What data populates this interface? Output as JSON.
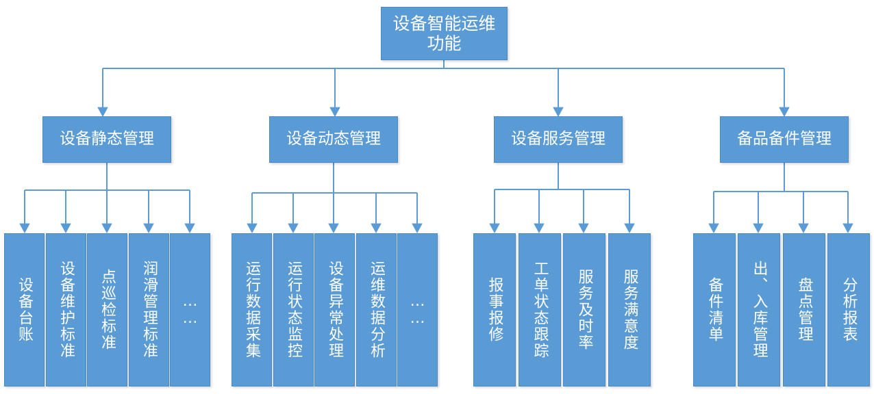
{
  "diagram": {
    "type": "org-hierarchy-tree",
    "title_node": "设备智能运维功能",
    "colors": {
      "node_fill": "#5b9bd5",
      "node_border": "#4a8ac4",
      "node_text": "#ffffff",
      "connector": "#5b9bd5",
      "background": "#ffffff"
    },
    "root": {
      "label": "设备智能运维功能"
    },
    "branches": [
      {
        "label": "设备静态管理",
        "children": [
          {
            "label": "设备台账"
          },
          {
            "label": "设备维护标准"
          },
          {
            "label": "点巡检标准"
          },
          {
            "label": "润滑管理标准"
          },
          {
            "label": "……"
          }
        ]
      },
      {
        "label": "设备动态管理",
        "children": [
          {
            "label": "运行数据采集"
          },
          {
            "label": "运行状态监控"
          },
          {
            "label": "设备异常处理"
          },
          {
            "label": "运维数据分析"
          },
          {
            "label": "……"
          }
        ]
      },
      {
        "label": "设备服务管理",
        "children": [
          {
            "label": "报事报修"
          },
          {
            "label": "工单状态跟踪"
          },
          {
            "label": "服务及时率"
          },
          {
            "label": "服务满意度"
          }
        ]
      },
      {
        "label": "备品备件管理",
        "children": [
          {
            "label": "备件清单"
          },
          {
            "label": "出、入库管理"
          },
          {
            "label": "盘点管理"
          },
          {
            "label": "分析报表"
          }
        ]
      }
    ]
  }
}
